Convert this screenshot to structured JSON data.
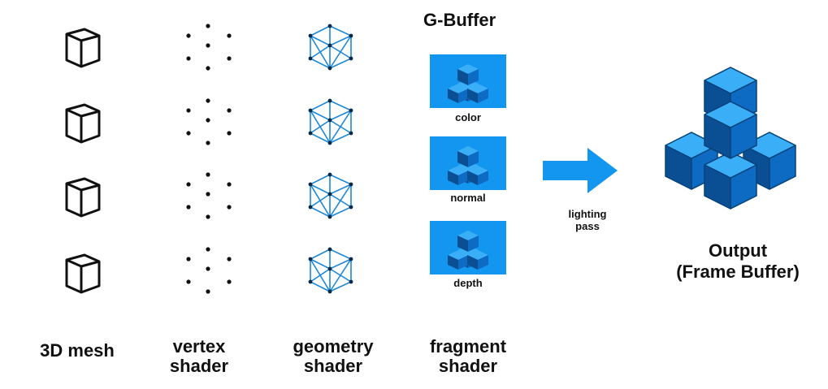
{
  "columns": {
    "mesh": {
      "label": "3D mesh"
    },
    "vertex": {
      "line1": "vertex",
      "line2": "shader"
    },
    "geometry": {
      "line1": "geometry",
      "line2": "shader"
    },
    "fragment": {
      "line1": "fragment",
      "line2": "shader"
    }
  },
  "gbuffer": {
    "title": "G-Buffer",
    "tiles": [
      "color",
      "normal",
      "depth"
    ]
  },
  "arrow": {
    "line1": "lighting",
    "line2": "pass"
  },
  "output": {
    "line1": "Output",
    "line2": "(Frame Buffer)"
  },
  "colors": {
    "accent": "#1296f0",
    "cube_dark": "#0a63b8",
    "ink": "#111111",
    "wire": "#1a87d8"
  }
}
